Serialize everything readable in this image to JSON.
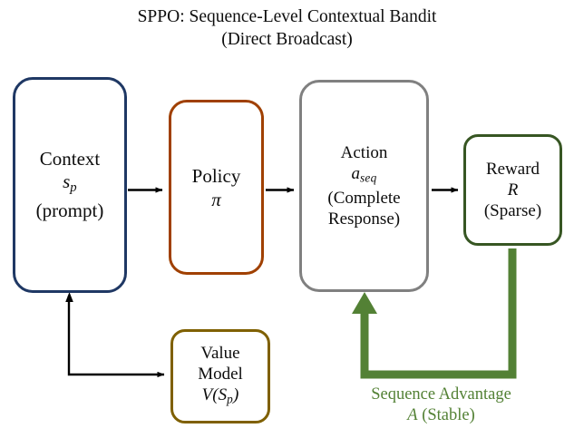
{
  "title": {
    "line1": "SPPO: Sequence-Level Contextual Bandit",
    "line2": "(Direct Broadcast)"
  },
  "nodes": {
    "context": {
      "name": "Context",
      "line1": "Context",
      "symbol_base": "s",
      "symbol_sub": "p",
      "line3": "(prompt)",
      "border_color": "#1F3864"
    },
    "policy": {
      "name": "Policy",
      "line1": "Policy",
      "symbol": "π",
      "border_color": "#A04000"
    },
    "action": {
      "name": "Action",
      "line1": "Action",
      "symbol_base": "a",
      "symbol_sub": "seq",
      "line3": "(Complete",
      "line4": "Response)",
      "border_color": "#808080"
    },
    "reward": {
      "name": "Reward",
      "line1": "Reward",
      "symbol": "R",
      "line3": "(Sparse)",
      "border_color": "#375623"
    },
    "value_model": {
      "name": "Value Model",
      "line1": "Value",
      "line2": "Model",
      "symbol_base": "V(S",
      "symbol_sub": "p",
      "symbol_tail": ")",
      "border_color": "#7F6000"
    }
  },
  "caption": {
    "line1": "Sequence Advantage",
    "symbol": "A",
    "line2_tail": " (Stable)",
    "color": "#538135"
  },
  "edges": {
    "context_to_policy": "arrow",
    "policy_to_action": "arrow",
    "action_to_reward": "arrow",
    "context_to_value_feedback": "double-arrow",
    "reward_to_action_advantage": "thick-green-arrow"
  },
  "colors": {
    "arrow_black": "#000000",
    "advantage_green": "#538135",
    "background": "#ffffff"
  }
}
